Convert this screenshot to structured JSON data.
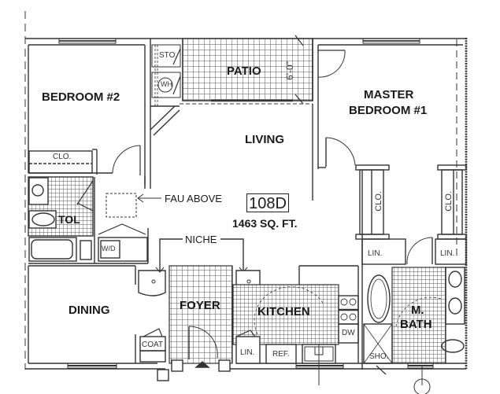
{
  "floorplan": {
    "unit": "108D",
    "area": "1463 SQ. FT.",
    "rooms": {
      "bedroom2": "BEDROOM #2",
      "patio": "PATIO",
      "patio_dim": "6'-0\"",
      "master_line1": "MASTER",
      "master_line2": "BEDROOM #1",
      "living": "LIVING",
      "dining": "DINING",
      "foyer": "FOYER",
      "kitchen": "KITCHEN",
      "mbath_line1": "M.",
      "mbath_line2": "BATH",
      "tol": "TOL"
    },
    "fixtures": {
      "sto": "STO.",
      "wh": "WH",
      "clo_bed2": "CLO.",
      "clo_master_left": "CLO.",
      "clo_master_right": "CLO.",
      "lin_left": "LIN.",
      "lin_right": "LIN.",
      "lin_kitchen": "LIN.",
      "wd": "W/D",
      "coat": "COAT",
      "ref": "REF.",
      "dw": "DW",
      "sho": "SHO."
    },
    "annotations": {
      "fau": "FAU ABOVE",
      "niche": "NICHE"
    },
    "colors": {
      "wall": "#333333",
      "tile": "#555555",
      "background": "#ffffff"
    }
  }
}
